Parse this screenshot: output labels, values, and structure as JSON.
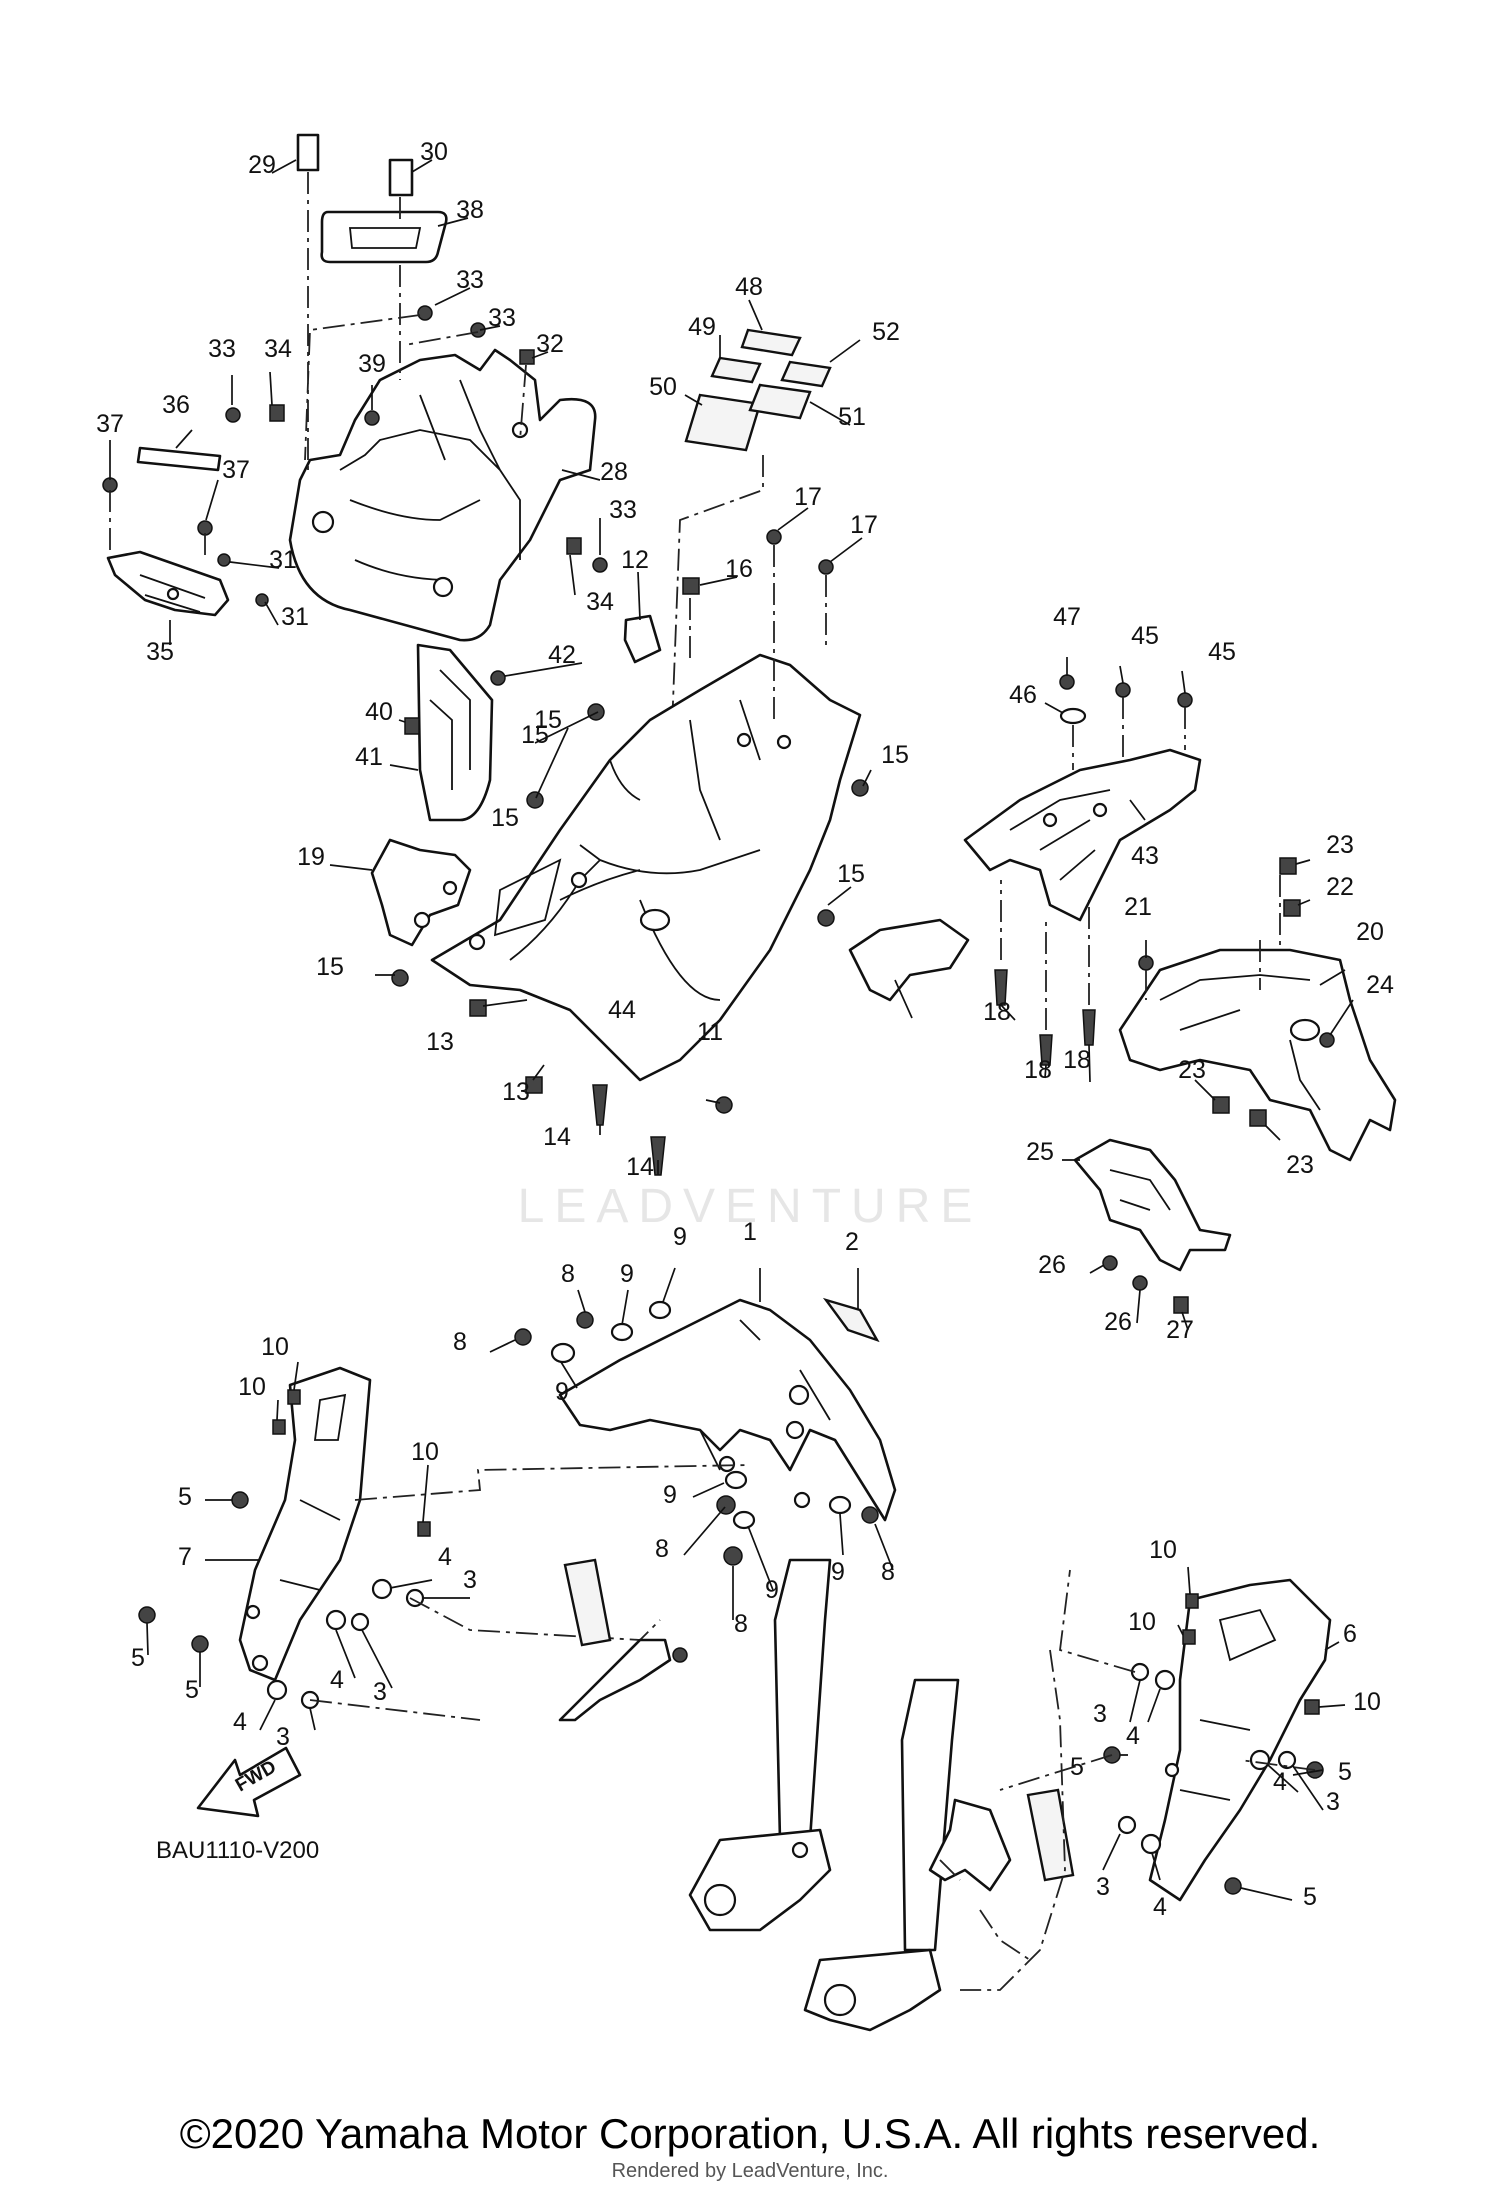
{
  "diagram": {
    "code": "BAU1110-V200",
    "fwd_label": "FWD",
    "watermark": "LEADVENTURE",
    "callouts": [
      {
        "id": "c29",
        "label": "29"
      },
      {
        "id": "c30",
        "label": "30"
      },
      {
        "id": "c38",
        "label": "38"
      },
      {
        "id": "c33a",
        "label": "33"
      },
      {
        "id": "c33b",
        "label": "33"
      },
      {
        "id": "c33c",
        "label": "33"
      },
      {
        "id": "c32",
        "label": "32"
      },
      {
        "id": "c34a",
        "label": "34"
      },
      {
        "id": "c39",
        "label": "39"
      },
      {
        "id": "c36",
        "label": "36"
      },
      {
        "id": "c37a",
        "label": "37"
      },
      {
        "id": "c37b",
        "label": "37"
      },
      {
        "id": "c28",
        "label": "28"
      },
      {
        "id": "c31a",
        "label": "31"
      },
      {
        "id": "c31b",
        "label": "31"
      },
      {
        "id": "c33d",
        "label": "33"
      },
      {
        "id": "c34b",
        "label": "34"
      },
      {
        "id": "c35",
        "label": "35"
      },
      {
        "id": "c48",
        "label": "48"
      },
      {
        "id": "c49",
        "label": "49"
      },
      {
        "id": "c52",
        "label": "52"
      },
      {
        "id": "c50",
        "label": "50"
      },
      {
        "id": "c51",
        "label": "51"
      },
      {
        "id": "c17a",
        "label": "17"
      },
      {
        "id": "c17b",
        "label": "17"
      },
      {
        "id": "c12",
        "label": "12"
      },
      {
        "id": "c16",
        "label": "16"
      },
      {
        "id": "c42",
        "label": "42"
      },
      {
        "id": "c40",
        "label": "40"
      },
      {
        "id": "c41",
        "label": "41"
      },
      {
        "id": "c15a",
        "label": "15"
      },
      {
        "id": "c15b",
        "label": "15"
      },
      {
        "id": "c15c",
        "label": "15"
      },
      {
        "id": "c15d",
        "label": "15"
      },
      {
        "id": "c15e",
        "label": "15"
      },
      {
        "id": "c15f",
        "label": "15"
      },
      {
        "id": "c19",
        "label": "19"
      },
      {
        "id": "c13a",
        "label": "13"
      },
      {
        "id": "c13b",
        "label": "13"
      },
      {
        "id": "c14a",
        "label": "14"
      },
      {
        "id": "c14b",
        "label": "14"
      },
      {
        "id": "c11",
        "label": "11"
      },
      {
        "id": "c44",
        "label": "44"
      },
      {
        "id": "c47",
        "label": "47"
      },
      {
        "id": "c45a",
        "label": "45"
      },
      {
        "id": "c45b",
        "label": "45"
      },
      {
        "id": "c46",
        "label": "46"
      },
      {
        "id": "c43",
        "label": "43"
      },
      {
        "id": "c18a",
        "label": "18"
      },
      {
        "id": "c18b",
        "label": "18"
      },
      {
        "id": "c18c",
        "label": "18"
      },
      {
        "id": "c23a",
        "label": "23"
      },
      {
        "id": "c22",
        "label": "22"
      },
      {
        "id": "c21",
        "label": "21"
      },
      {
        "id": "c20",
        "label": "20"
      },
      {
        "id": "c24",
        "label": "24"
      },
      {
        "id": "c23b",
        "label": "23"
      },
      {
        "id": "c23c",
        "label": "23"
      },
      {
        "id": "c25",
        "label": "25"
      },
      {
        "id": "c26a",
        "label": "26"
      },
      {
        "id": "c26b",
        "label": "26"
      },
      {
        "id": "c27",
        "label": "27"
      },
      {
        "id": "c1",
        "label": "1"
      },
      {
        "id": "c2",
        "label": "2"
      },
      {
        "id": "c9a",
        "label": "9"
      },
      {
        "id": "c9b",
        "label": "9"
      },
      {
        "id": "c8a",
        "label": "8"
      },
      {
        "id": "c8b",
        "label": "8"
      },
      {
        "id": "c9c",
        "label": "9"
      },
      {
        "id": "c9d",
        "label": "9"
      },
      {
        "id": "c8c",
        "label": "8"
      },
      {
        "id": "c9e",
        "label": "9"
      },
      {
        "id": "c8d",
        "label": "8"
      },
      {
        "id": "c9f",
        "label": "9"
      },
      {
        "id": "c8e",
        "label": "8"
      },
      {
        "id": "c10a",
        "label": "10"
      },
      {
        "id": "c10b",
        "label": "10"
      },
      {
        "id": "c10c",
        "label": "10"
      },
      {
        "id": "c5a",
        "label": "5"
      },
      {
        "id": "c7",
        "label": "7"
      },
      {
        "id": "c4a",
        "label": "4"
      },
      {
        "id": "c3a",
        "label": "3"
      },
      {
        "id": "c5b",
        "label": "5"
      },
      {
        "id": "c5c",
        "label": "5"
      },
      {
        "id": "c4b",
        "label": "4"
      },
      {
        "id": "c3b",
        "label": "3"
      },
      {
        "id": "c4c",
        "label": "4"
      },
      {
        "id": "c3c",
        "label": "3"
      },
      {
        "id": "c10d",
        "label": "10"
      },
      {
        "id": "c10e",
        "label": "10"
      },
      {
        "id": "c6",
        "label": "6"
      },
      {
        "id": "c10f",
        "label": "10"
      },
      {
        "id": "c3d",
        "label": "3"
      },
      {
        "id": "c4d",
        "label": "4"
      },
      {
        "id": "c5d",
        "label": "5"
      },
      {
        "id": "c5e",
        "label": "5"
      },
      {
        "id": "c4e",
        "label": "4"
      },
      {
        "id": "c3e",
        "label": "3"
      },
      {
        "id": "c3f",
        "label": "3"
      },
      {
        "id": "c4f",
        "label": "4"
      },
      {
        "id": "c5f",
        "label": "5"
      }
    ]
  },
  "footer": {
    "copyright": "©2020 Yamaha Motor Corporation, U.S.A. All rights reserved.",
    "rendered_by": "Rendered by LeadVenture, Inc."
  }
}
